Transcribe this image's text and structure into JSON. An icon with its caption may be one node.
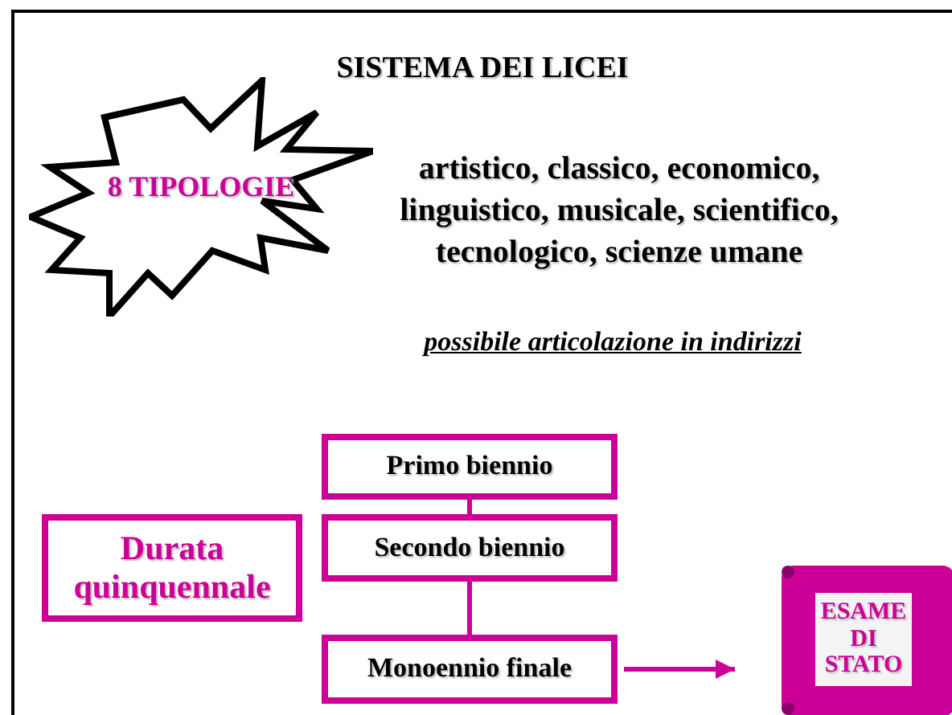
{
  "diagram": {
    "title": "SISTEMA DEI LICEI",
    "nodes": [
      {
        "text": [
          "8 TIPOLOGIE"
        ]
      },
      {
        "text": [
          "Primo biennio"
        ]
      },
      {
        "text": [
          "Secondo biennio"
        ]
      },
      {
        "text": [
          "Monoennio finale"
        ]
      },
      {
        "text": [
          "Durata quinquennale"
        ]
      },
      {
        "text": [
          "ESAME DI STATO"
        ]
      }
    ],
    "edges": [
      {
        "from": 1,
        "to": 2,
        "arrow": "none"
      },
      {
        "from": 2,
        "to": 3,
        "arrow": "none"
      },
      {
        "from": 3,
        "to": 5,
        "arrow": "to"
      }
    ],
    "labels": [
      "artistico, classico, economico, linguistico, musicale, scientifico, tecnologico, scienze umane",
      "possibile articolazione in indirizzi"
    ]
  }
}
